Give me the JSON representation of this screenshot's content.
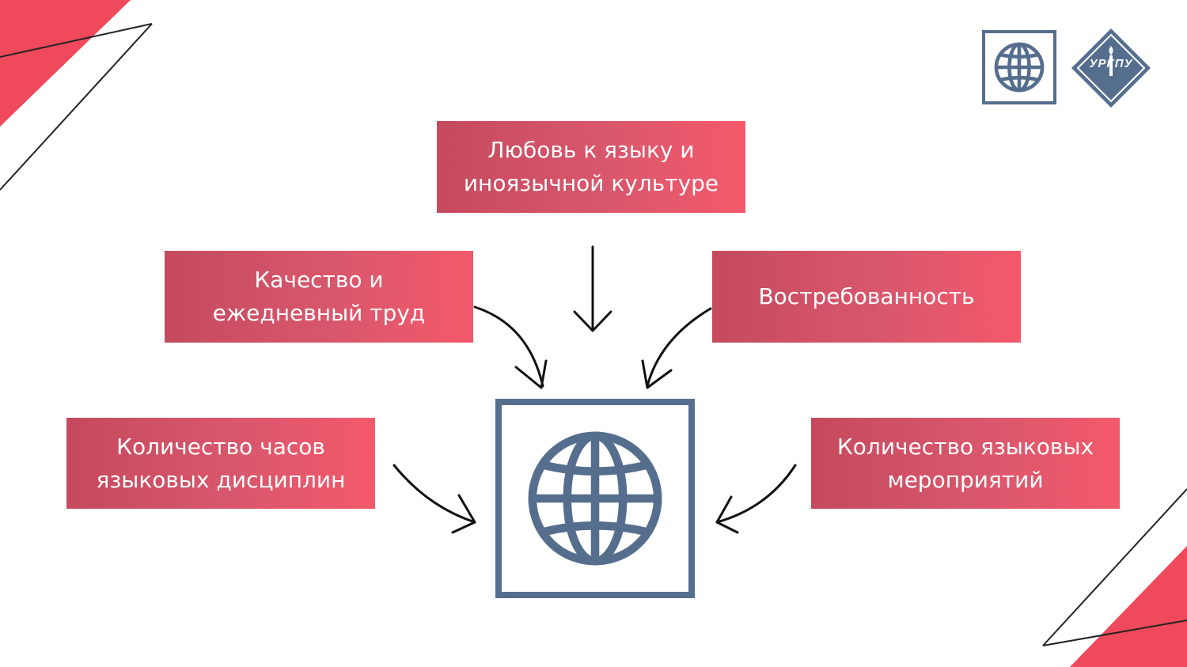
{
  "boxes": {
    "love": "Любовь к языку и\nиноязычной культуре",
    "quality": "Качество и\nежедневный труд",
    "demand": "Востребованность",
    "hours": "Количество часов\nязыковых дисциплин",
    "events": "Количество языковых\nмероприятий"
  },
  "logos": {
    "uspu_text": "УРГПУ"
  },
  "icons": {
    "center": "globe-icon",
    "logo": "globe-icon"
  },
  "colors": {
    "box_start": "#c54a5e",
    "box_end": "#f4596b",
    "accent_red": "#f0495b",
    "frame_blue": "#566e8e",
    "arrow": "#111111"
  }
}
